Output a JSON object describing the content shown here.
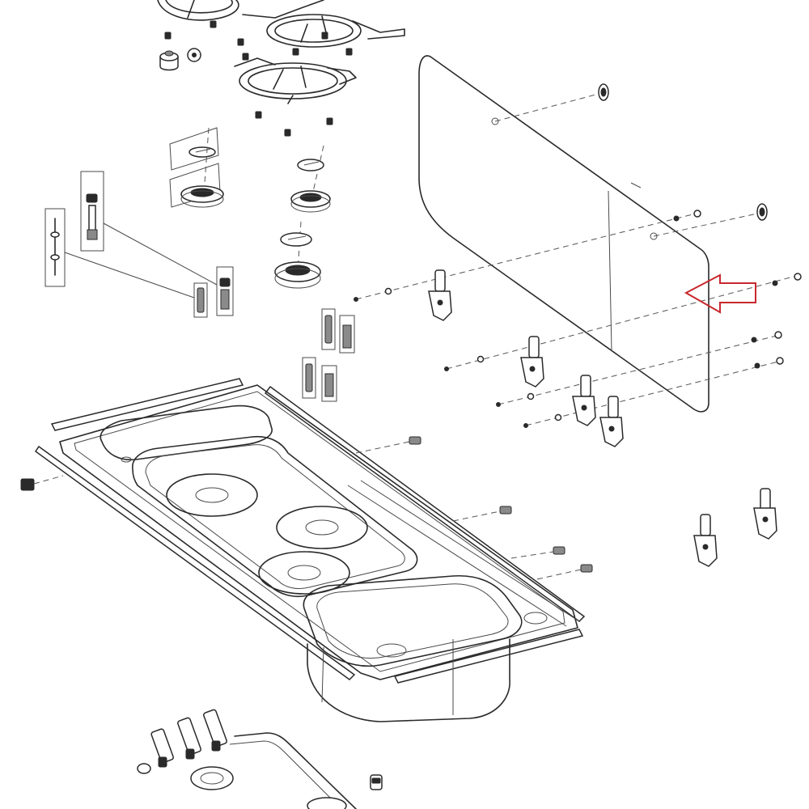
{
  "diagram": {
    "kind": "exploded-parts-view",
    "callout": {
      "shape": "arrow",
      "direction": "left",
      "color": "#c8282d"
    },
    "line_color": "#2a2a2a",
    "background": "#ffffff"
  }
}
